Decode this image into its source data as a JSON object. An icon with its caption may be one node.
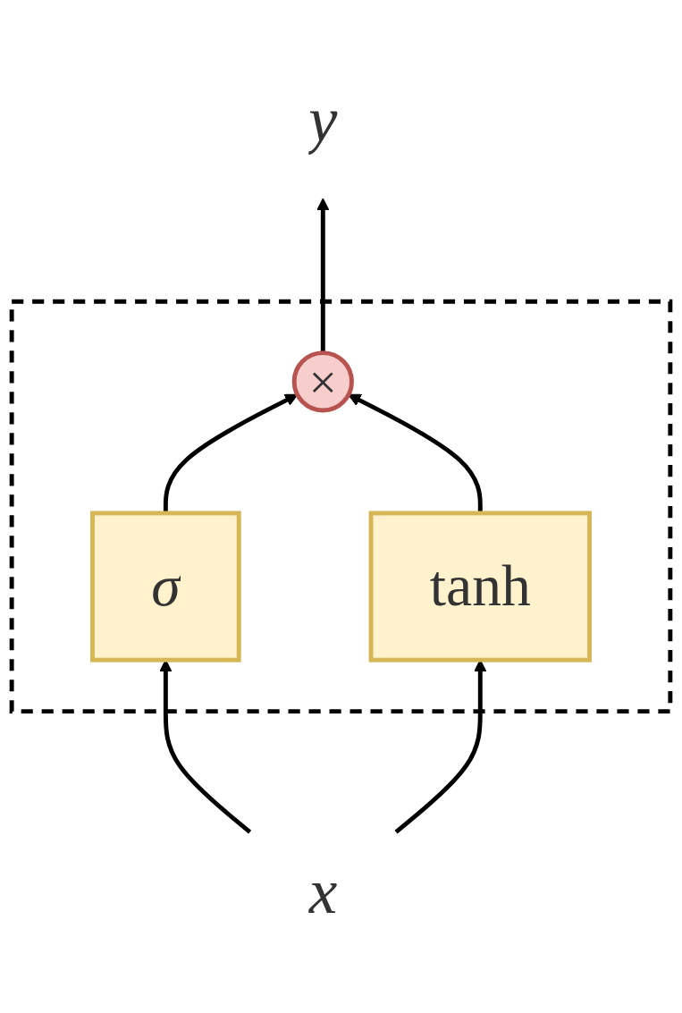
{
  "diagram": {
    "nodes": [
      {
        "text": [],
        "shape": "box"
      },
      {
        "text": [
          "y"
        ]
      },
      {
        "text": [
          "×"
        ],
        "in": 0
      },
      {
        "text": [
          "σ"
        ],
        "in": 0
      },
      {
        "text": [
          "tanh"
        ],
        "in": 0
      },
      {
        "text": [
          "x"
        ]
      }
    ],
    "edges": [
      {
        "from": 5,
        "to": 3,
        "arrow": "to"
      },
      {
        "from": 5,
        "to": 4,
        "arrow": "to"
      },
      {
        "from": 3,
        "to": 2,
        "arrow": "to"
      },
      {
        "from": 4,
        "to": 2,
        "arrow": "to"
      },
      {
        "from": 2,
        "to": 1,
        "arrow": "to"
      }
    ]
  }
}
